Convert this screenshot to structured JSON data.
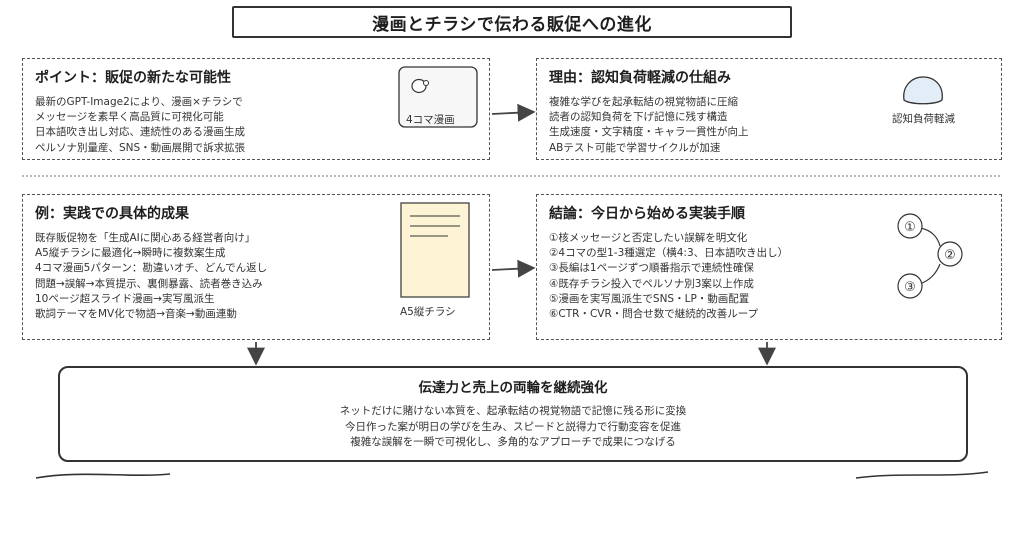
{
  "title": "漫画とチラシで伝わる販促への進化",
  "panels": {
    "point": {
      "heading": "ポイント：販促の新たな可能性",
      "lines": [
        "最新のGPT-Image2により、漫画×チラシで",
        "メッセージを素早く高品質に可視化可能",
        "日本語吹き出し対応、連続性のある漫画生成",
        "ペルソナ別量産、SNS・動画展開で訴求拡張"
      ],
      "figure_label": "4コマ漫画"
    },
    "reason": {
      "heading": "理由：認知負荷軽減の仕組み",
      "lines": [
        "複雑な学びを起承転結の視覚物語に圧縮",
        "読者の認知負荷を下げ記憶に残す構造",
        "生成速度・文字精度・キャラ一貫性が向上",
        "ABテスト可能で学習サイクルが加速"
      ],
      "figure_label": "認知負荷軽減"
    },
    "example": {
      "heading": "例：実践での具体的成果",
      "lines": [
        "既存販促物を「生成AIに関心ある経営者向け」",
        "A5縦チラシに最適化→瞬時に複数案生成",
        "4コマ漫画5パターン：勘違いオチ、どんでん返し",
        "問題→誤解→本質提示、裏側暴露、読者巻き込み",
        "10ページ超スライド漫画→実写風派生",
        "歌詞テーマをMV化で物語→音楽→動画連動"
      ],
      "figure_label": "A5縦チラシ"
    },
    "conclusion": {
      "heading": "結論：今日から始める実装手順",
      "lines": [
        "①核メッセージと否定したい誤解を明文化",
        "②4コマの型1-3種選定（横4:3、日本語吹き出し）",
        "③長編は1ページずつ順番指示で連続性確保",
        "④既存チラシ投入でペルソナ別3案以上作成",
        "⑤漫画を実写風派生でSNS・LP・動画配置",
        "⑥CTR・CVR・問合せ数で継続的改善ループ"
      ],
      "figure_nodes": [
        "①",
        "②",
        "③"
      ]
    }
  },
  "summary": {
    "heading": "伝達力と売上の両輪を継続強化",
    "lines": [
      "ネットだけに賭けない本質を、起承転結の視覚物語で記憶に残る形に変換",
      "今日作った案が明日の学びを生み、スピードと説得力で行動変容を促進",
      "複雑な誤解を一瞬で可視化し、多角的なアプローチで成果につなげる"
    ]
  },
  "colors": {
    "stroke": "#333333",
    "flyer_fill": "#fdf4d6",
    "brain_fill": "#e3edf8"
  }
}
